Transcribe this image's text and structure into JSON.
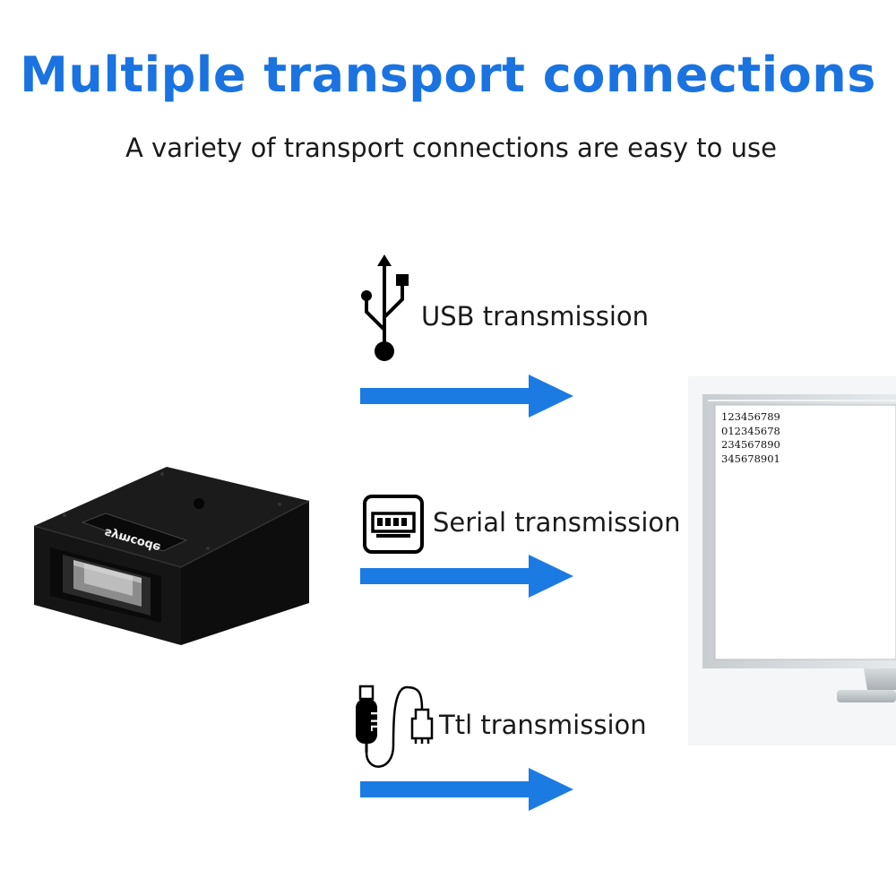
{
  "heading": {
    "title": "Multiple transport connections",
    "subtitle": "A variety of transport connections are easy to use"
  },
  "connections": [
    {
      "label": "USB transmission",
      "icon": "usb-icon"
    },
    {
      "label": "Serial transmission",
      "icon": "serial-port-icon"
    },
    {
      "label": "Ttl transmission",
      "icon": "ttl-cable-icon"
    }
  ],
  "scanner": {
    "brand": "symcode"
  },
  "monitor": {
    "lines": [
      "123456789",
      "012345678",
      "234567890",
      "345678901"
    ]
  },
  "colors": {
    "accent": "#1a73e0",
    "arrow": "#1b7be3",
    "text": "#1a1a1a"
  }
}
